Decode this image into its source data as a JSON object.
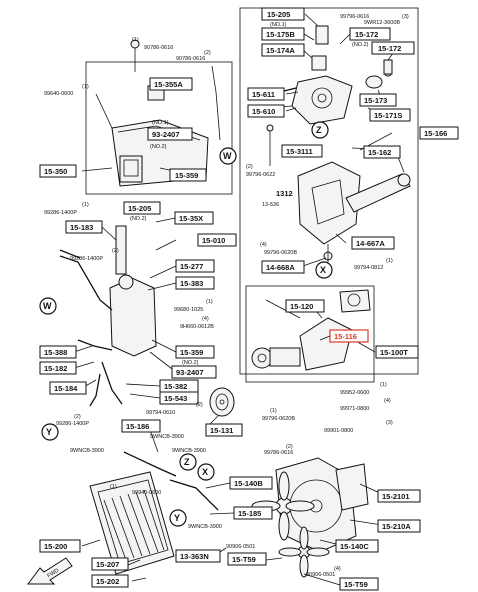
{
  "refs": {
    "r15_205_top": "15-205",
    "r15_175b": "15-175B",
    "r15_174a": "15-174A",
    "r15_172a": "15-172",
    "r15_172b": "15-172",
    "r15_355a": "15-355A",
    "r93_2407a": "93-2407",
    "r15_359a": "15-359",
    "r15_350": "15-350",
    "r15_611": "15-611",
    "r15_610": "15-610",
    "r15_173": "15-173",
    "r15_171s": "15-171S",
    "r15_166a": "15-166",
    "r15_3111": "15-3111",
    "r15_162": "15-162",
    "r15_183": "15-183",
    "r15_205_mid": "15-205",
    "r15_35x": "15-35X",
    "r15_010": "15-010",
    "r14_667a": "14-667A",
    "r14_668a": "14-668A",
    "r15_277": "15-277",
    "r15_383": "15-383",
    "r15_120": "15-120",
    "r15_116": "15-116",
    "r15_100t": "15-100T",
    "r15_388": "15-388",
    "r15_182": "15-182",
    "r15_359b": "15-359",
    "r93_2407b": "93-2407",
    "r15_184": "15-184",
    "r15_382": "15-382",
    "r15_543": "15-543",
    "r15_131": "15-131",
    "r15_186": "15-186",
    "r15_140b": "15-140B",
    "r15_185": "15-185",
    "r15_2101": "15-2101",
    "r15_210a": "15-210A",
    "r15_200": "15-200",
    "r15_207": "15-207",
    "r15_202": "15-202",
    "r13_363n": "13-363N",
    "r15_t59a": "15-T59",
    "r15_140c": "15-140C",
    "r15_t59b": "15-T59"
  },
  "part_numbers": {
    "p1": "90786-0616",
    "p2": "90786-0616",
    "p3": "99640-0600",
    "p4": "99796-0616",
    "p5": "9WR12-3600B",
    "p6": "99796-0622",
    "p7": "1312",
    "p8": "13-536",
    "p9": "99286-1400P",
    "p10": "99286-1400P",
    "p11": "99796-0620B",
    "p12": "99794-0812",
    "p13": "99680-1025",
    "p14": "9H660-0612B",
    "p15": "99794-0610",
    "p16": "99286-1400P",
    "p17": "9WNCB-3900",
    "p18": "9WNCB-3900",
    "p19": "9WNCB-3900",
    "p20": "99940-0600",
    "p21": "99786-0616",
    "p22": "99952-0600",
    "p23": "99971-0800",
    "p24": "99901-0800",
    "p25": "99796-0620B",
    "p26": "9WNCB-3900",
    "p27": "90906-0501",
    "p28": "90906-0501"
  },
  "notes": {
    "n1": "(NO.1)",
    "n2": "(NO.2)",
    "n3": "(NO.1)",
    "n4": "(NO.2)",
    "n5": "(NO.2)",
    "n6": "(NO.2)",
    "n7": "(1)",
    "n8": "(2)",
    "n9": "(3)",
    "n10": "(1)",
    "n11": "(2)",
    "n12": "(1)",
    "n13": "(2)",
    "n14": "(4)",
    "n15": "(1)",
    "n16": "(1)",
    "n17": "(4)",
    "n18": "(2)",
    "n19": "(2)",
    "n20": "(1)",
    "n21": "(1)",
    "n22": "(4)",
    "n23": "(3)",
    "n24": "(2)",
    "n25": "(1)",
    "n26": "(4)"
  },
  "callouts": {
    "w1": "W",
    "w2": "W",
    "z1": "Z",
    "z2": "Z",
    "x1": "X",
    "x2": "X",
    "y1": "Y",
    "y2": "Y"
  },
  "fwd": "FWD",
  "colors": {
    "highlight": "#e0392b",
    "ink": "#111111"
  }
}
